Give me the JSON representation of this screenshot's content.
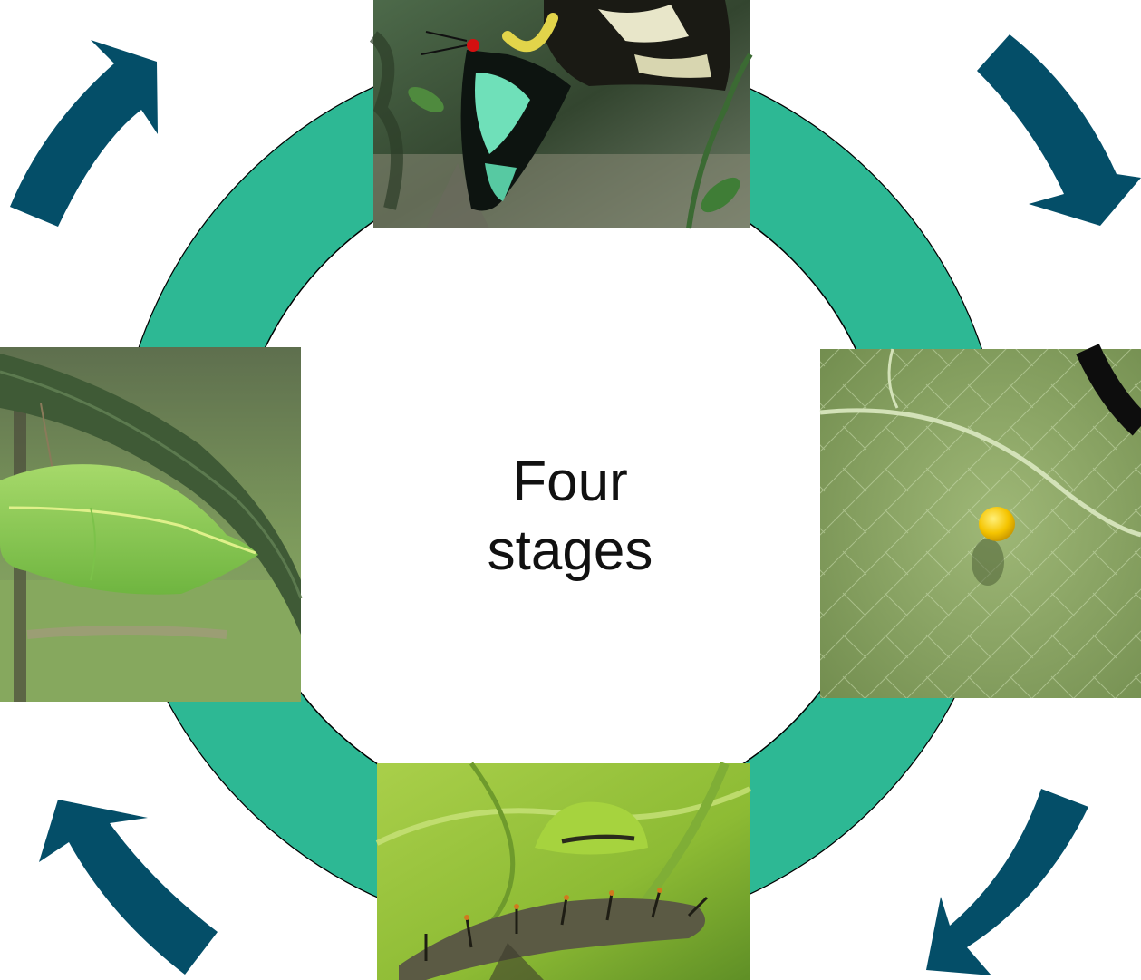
{
  "center_label": {
    "line1": "Four",
    "line2": "stages"
  },
  "colors": {
    "ring": "#2db894",
    "arrow": "#044e68",
    "outline": "#000000"
  },
  "stages": [
    {
      "name": "adult-butterflies-photo",
      "depicts": "adult-butterflies"
    },
    {
      "name": "egg-photo",
      "depicts": "egg"
    },
    {
      "name": "caterpillar-photo",
      "depicts": "caterpillar"
    },
    {
      "name": "chrysalis-photo",
      "depicts": "chrysalis"
    }
  ],
  "arrows": [
    {
      "name": "arrow-top-right-icon",
      "depicts": "curved-arrow-clockwise"
    },
    {
      "name": "arrow-bottom-right-icon",
      "depicts": "curved-arrow-clockwise"
    },
    {
      "name": "arrow-bottom-left-icon",
      "depicts": "curved-arrow-clockwise"
    },
    {
      "name": "arrow-top-left-icon",
      "depicts": "curved-arrow-clockwise"
    }
  ]
}
